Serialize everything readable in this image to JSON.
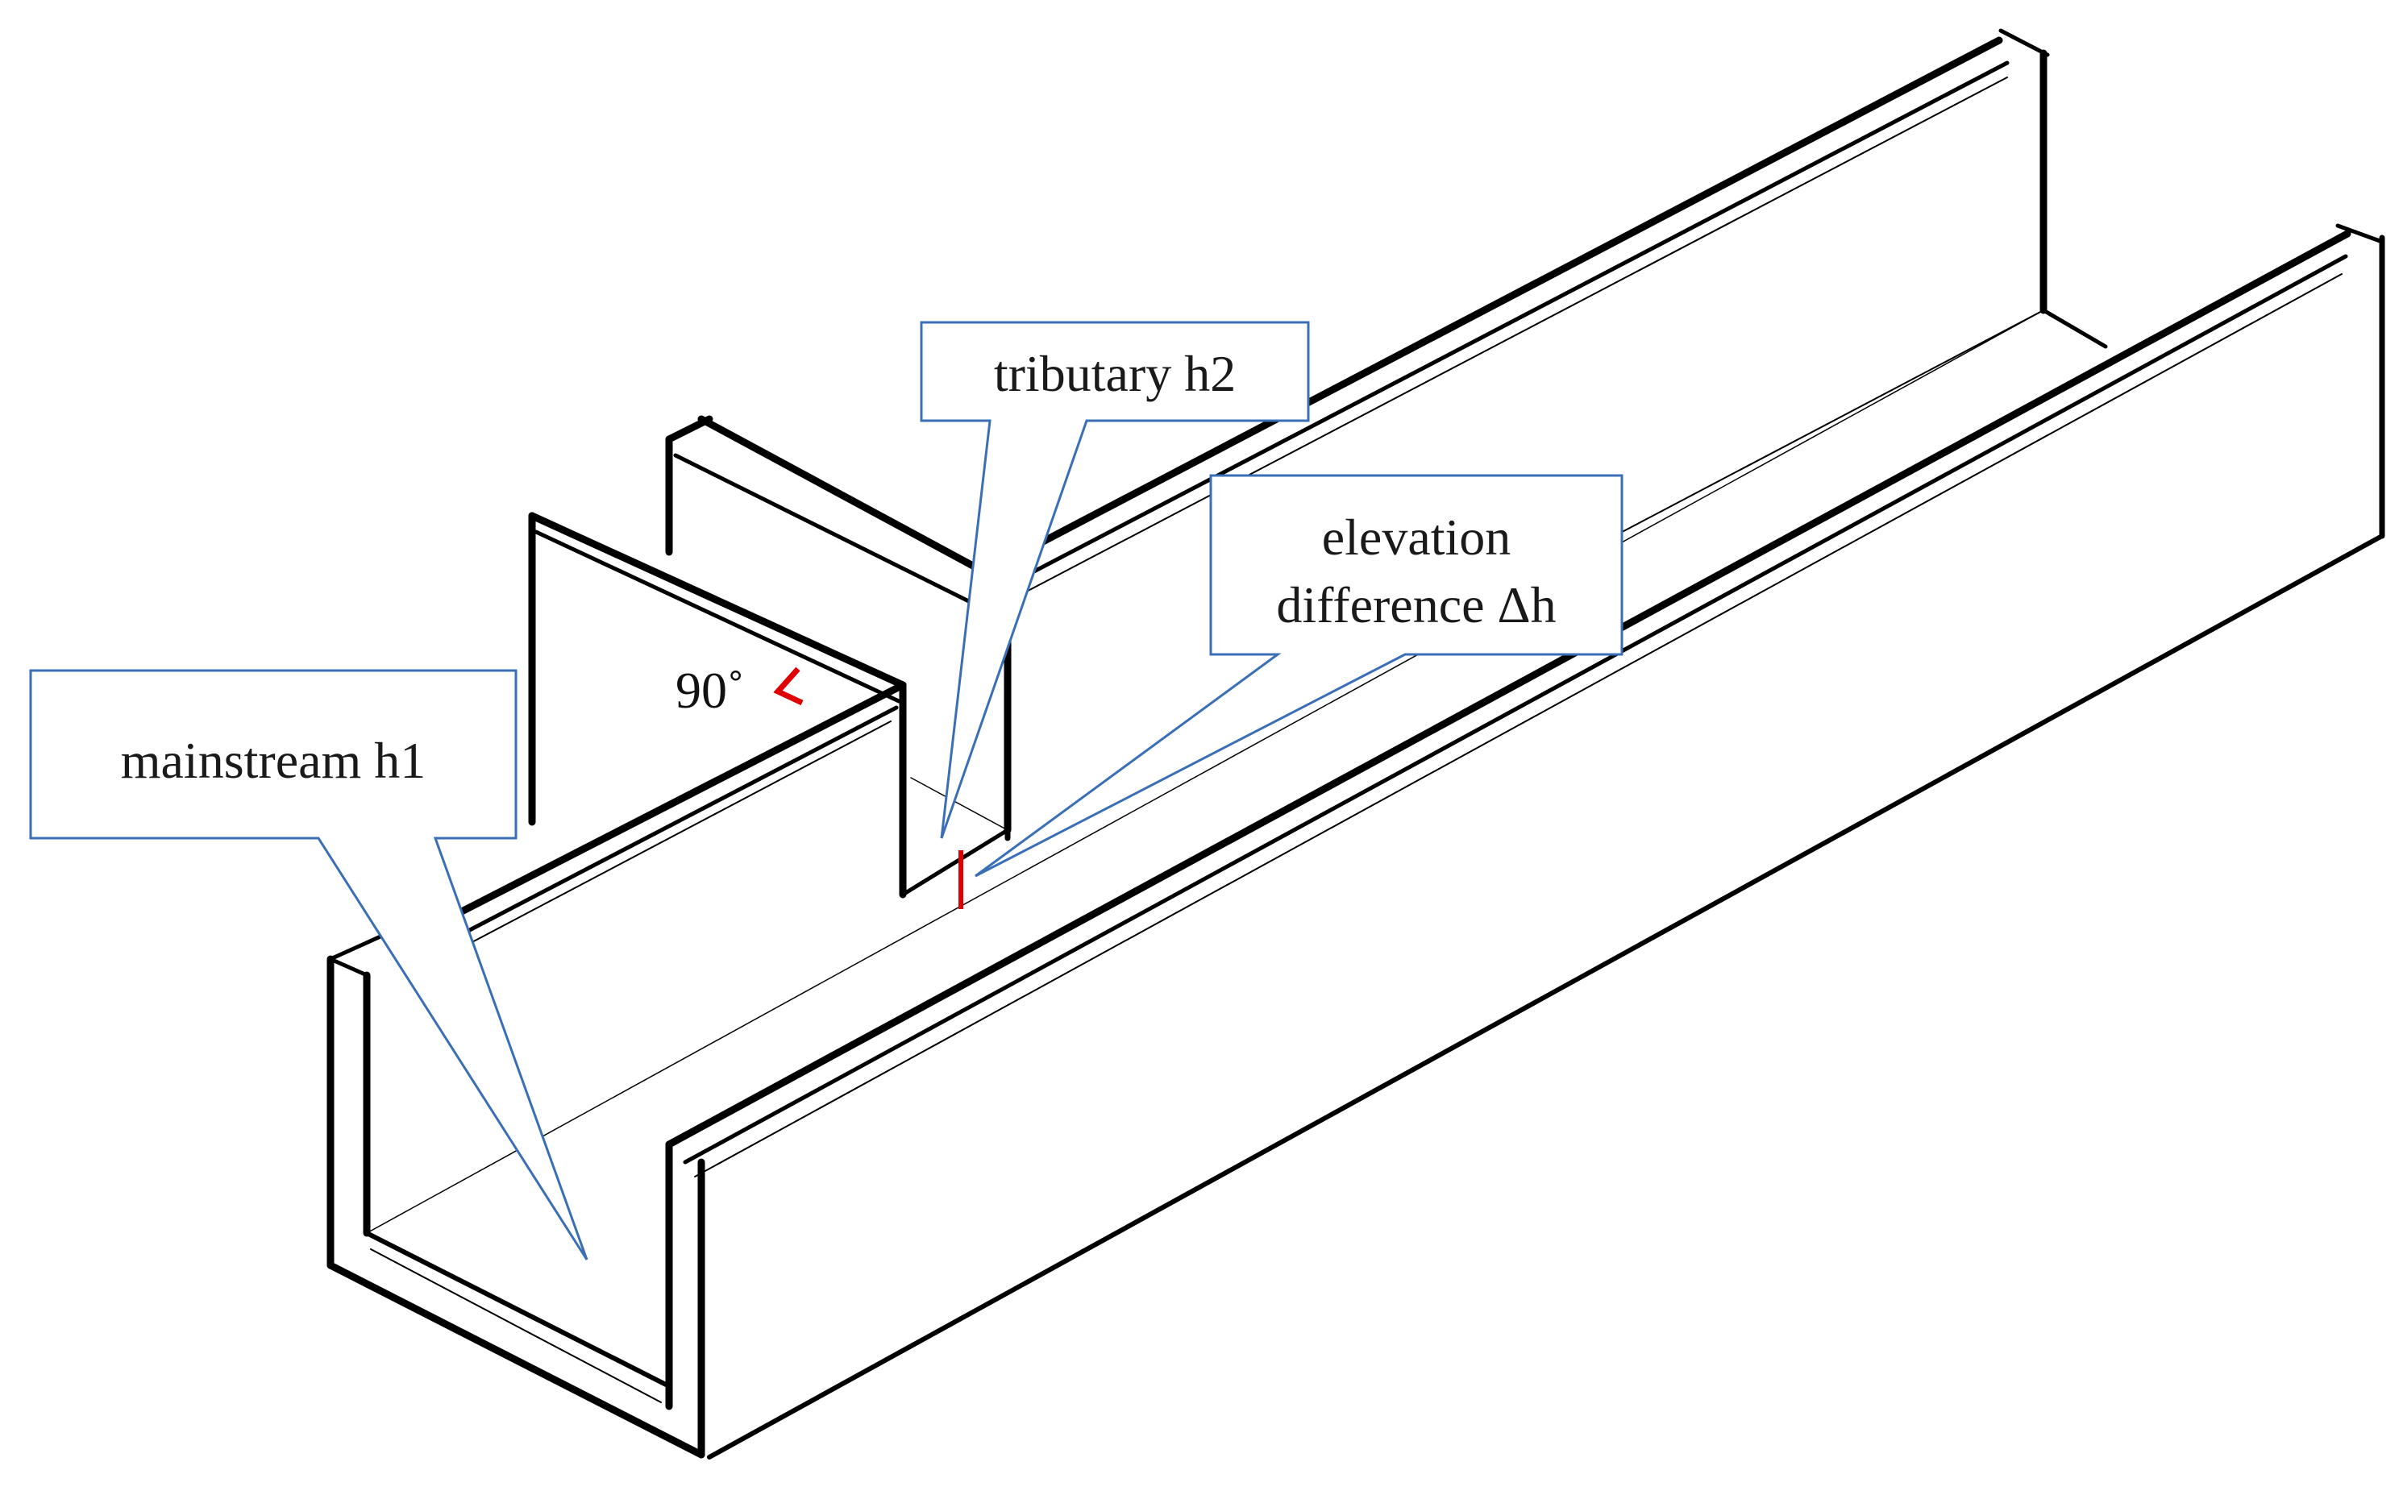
{
  "colors": {
    "line": "#000000",
    "callout_border": "#3a6fb5",
    "marker": "#e00000",
    "background": "#ffffff"
  },
  "labels": {
    "mainstream": "mainstream h1",
    "tributary": "tributary h2",
    "elevation_line1": "elevation",
    "elevation_line2": "difference Δh",
    "angle": "90˚"
  }
}
